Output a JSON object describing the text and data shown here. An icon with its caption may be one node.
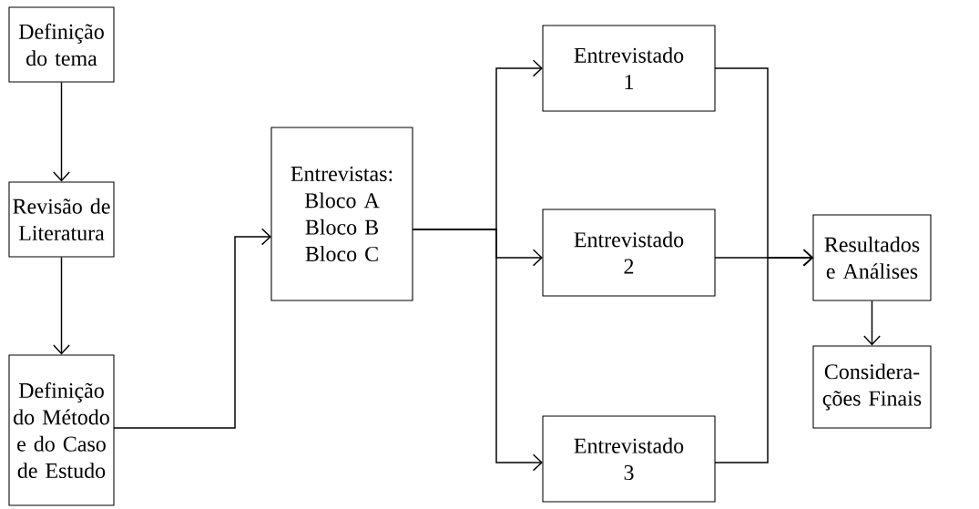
{
  "diagram": {
    "nodes": [
      {
        "text": [
          "Definição do tema"
        ]
      },
      {
        "text": [
          "Revisão de Literatura"
        ]
      },
      {
        "text": [
          "Definição do Método e do Caso de Estudo"
        ]
      },
      {
        "text": [
          "Entrevistas: Bloco A Bloco B Bloco C"
        ]
      },
      {
        "text": [
          "Entrevistado 1"
        ]
      },
      {
        "text": [
          "Entrevistado 2"
        ]
      },
      {
        "text": [
          "Entrevistado 3"
        ]
      },
      {
        "text": [
          "Resultados e Análises"
        ]
      },
      {
        "text": [
          "Considera-ções Finais"
        ]
      }
    ],
    "edges": [
      {
        "from": 0,
        "to": 1,
        "arrow": "to"
      },
      {
        "from": 1,
        "to": 2,
        "arrow": "to"
      },
      {
        "from": 2,
        "to": 3,
        "arrow": "to"
      },
      {
        "from": 3,
        "to": 4,
        "arrow": "to"
      },
      {
        "from": 3,
        "to": 5,
        "arrow": "to"
      },
      {
        "from": 3,
        "to": 6,
        "arrow": "to"
      },
      {
        "from": 4,
        "to": 7,
        "arrow": "to"
      },
      {
        "from": 5,
        "to": 7,
        "arrow": "to"
      },
      {
        "from": 6,
        "to": 7,
        "arrow": "to"
      },
      {
        "from": 7,
        "to": 8,
        "arrow": "to"
      }
    ]
  }
}
